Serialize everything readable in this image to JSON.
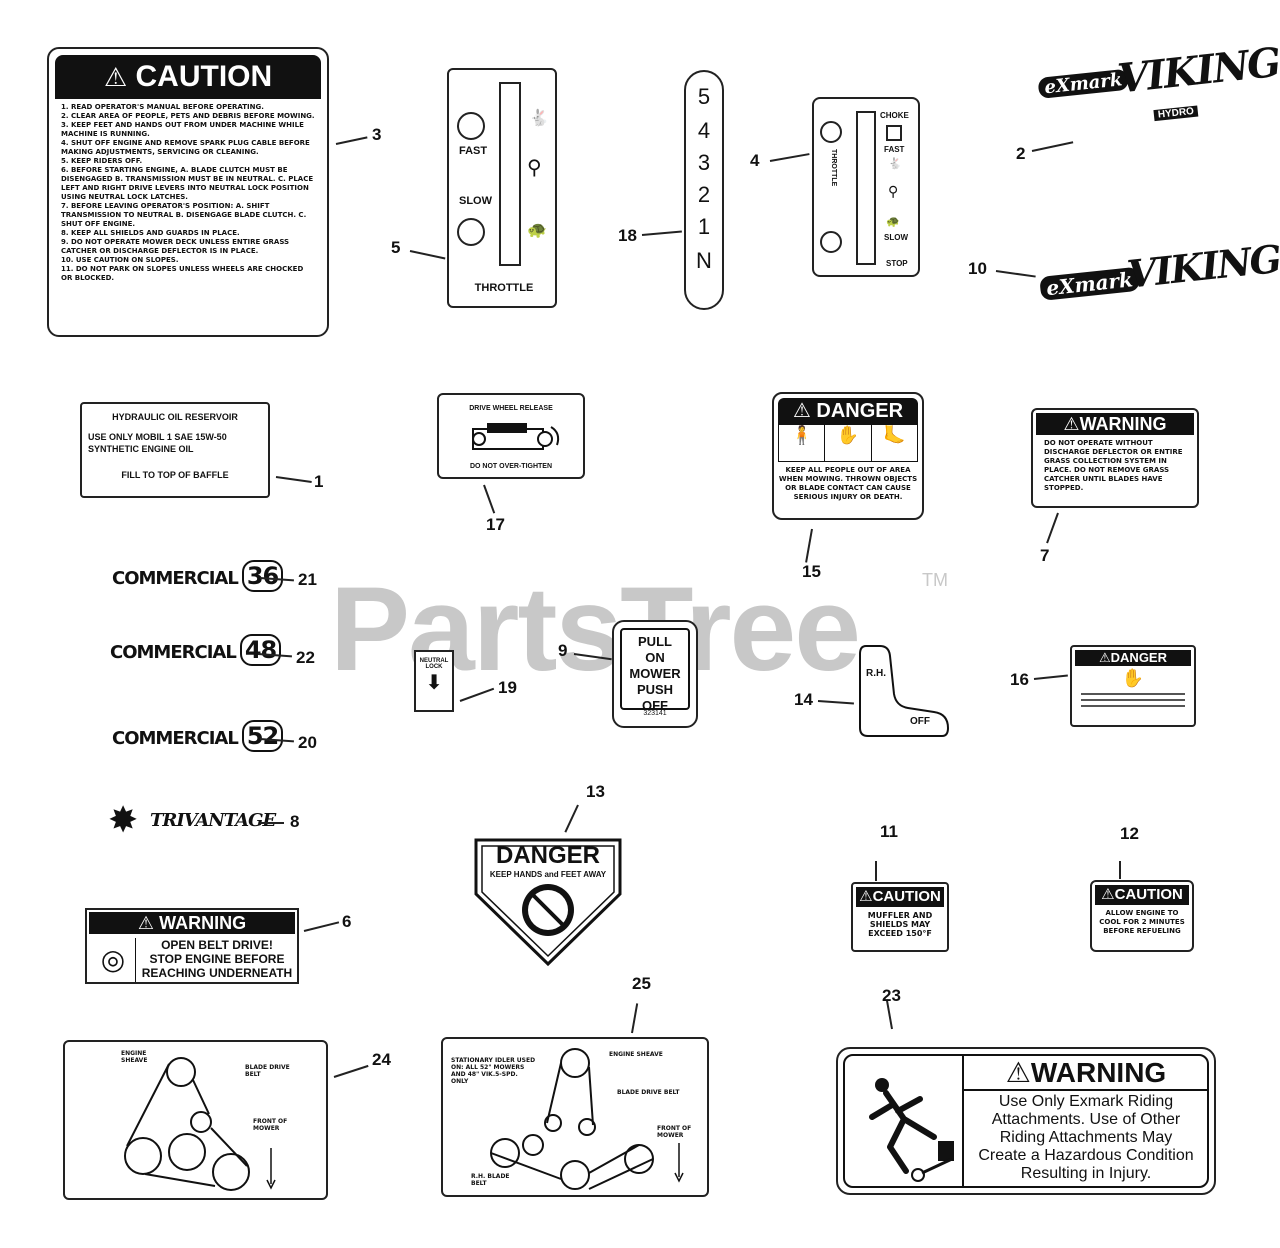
{
  "watermark": {
    "text": "PartsTree",
    "tm": "TM"
  },
  "caution3": {
    "header": "CAUTION",
    "lines": [
      "1. READ OPERATOR'S MANUAL BEFORE OPERATING.",
      "2. CLEAR AREA OF PEOPLE, PETS AND DEBRIS BEFORE MOWING.",
      "3. KEEP FEET AND HANDS OUT FROM UNDER MACHINE WHILE MACHINE IS RUNNING.",
      "4. SHUT OFF ENGINE AND REMOVE SPARK PLUG CABLE BEFORE MAKING ADJUSTMENTS, SERVICING OR CLEANING.",
      "5. KEEP RIDERS OFF.",
      "6. BEFORE STARTING ENGINE, A. BLADE CLUTCH MUST BE DISENGAGED B. TRANSMISSION MUST BE IN NEUTRAL. C. PLACE LEFT AND RIGHT DRIVE LEVERS INTO NEUTRAL LOCK POSITION USING NEUTRAL LOCK LATCHES.",
      "7. BEFORE LEAVING OPERATOR'S POSITION: A. SHIFT TRANSMISSION TO NEUTRAL B. DISENGAGE BLADE CLUTCH. C. SHUT OFF ENGINE.",
      "8. KEEP ALL SHIELDS AND GUARDS IN PLACE.",
      "9. DO NOT OPERATE MOWER DECK UNLESS ENTIRE GRASS CATCHER OR DISCHARGE DEFLECTOR IS IN PLACE.",
      "10. USE CAUTION ON SLOPES.",
      "11. DO NOT PARK ON SLOPES UNLESS WHEELS ARE CHOCKED OR BLOCKED."
    ]
  },
  "throttle5": {
    "fast": "FAST",
    "slow": "SLOW",
    "label": "THROTTLE"
  },
  "gears18": {
    "items": [
      "5",
      "4",
      "3",
      "2",
      "1",
      "N"
    ]
  },
  "throttle4": {
    "choke": "CHOKE",
    "fast": "FAST",
    "slow": "SLOW",
    "stop": "STOP",
    "side": "THROTTLE"
  },
  "logo2": {
    "brand": "eXmark",
    "name": "VIKING",
    "sub": "HYDRO"
  },
  "logo10": {
    "brand": "eXmark",
    "name": "VIKING"
  },
  "hydraulic1": {
    "l1": "HYDRAULIC OIL RESERVOIR",
    "l2": "USE ONLY MOBIL 1 SAE 15W-50",
    "l3": "SYNTHETIC ENGINE OIL",
    "l4": "FILL TO TOP OF BAFFLE"
  },
  "drive17": {
    "top": "DRIVE WHEEL RELEASE",
    "bottom": "DO NOT OVER-TIGHTEN"
  },
  "danger15": {
    "header": "DANGER",
    "text": "KEEP ALL PEOPLE OUT OF AREA WHEN MOWING. THROWN OBJECTS OR BLADE CONTACT CAN CAUSE SERIOUS INJURY OR DEATH."
  },
  "warning7": {
    "header": "WARNING",
    "text": "DO NOT OPERATE WITHOUT DISCHARGE DEFLECTOR OR ENTIRE GRASS COLLECTION SYSTEM IN PLACE. DO NOT REMOVE GRASS CATCHER UNTIL BLADES HAVE STOPPED."
  },
  "commercial": [
    {
      "word": "COMMERCIAL",
      "num": "36"
    },
    {
      "word": "COMMERCIAL",
      "num": "48"
    },
    {
      "word": "COMMERCIAL",
      "num": "52"
    }
  ],
  "neutral19": {
    "l1": "NEUTRAL",
    "l2": "LOCK"
  },
  "pull9": {
    "l1": "PULL",
    "l2": "ON",
    "l3": "MOWER",
    "l4": "PUSH",
    "l5": "OFF",
    "code": "323141"
  },
  "rh14": {
    "rh": "R.H.",
    "off": "OFF"
  },
  "danger16": {
    "header": "DANGER"
  },
  "trivantage8": {
    "name": "TRIVANTAGE"
  },
  "danger13": {
    "header": "DANGER",
    "sub": "KEEP HANDS and FEET AWAY"
  },
  "caution11": {
    "header": "CAUTION",
    "text": "MUFFLER AND SHIELDS MAY EXCEED 150°F"
  },
  "caution12": {
    "header": "CAUTION",
    "text": "ALLOW ENGINE TO COOL FOR 2 MINUTES BEFORE REFUELING"
  },
  "warning6": {
    "header": "WARNING",
    "l1": "OPEN BELT DRIVE!",
    "l2": "STOP ENGINE BEFORE",
    "l3": "REACHING UNDERNEATH"
  },
  "belt24": {
    "engine": "ENGINE SHEAVE",
    "blade": "BLADE DRIVE BELT",
    "front": "FRONT OF MOWER"
  },
  "belt25": {
    "idler": "STATIONARY IDLER USED ON: ALL 52\" MOWERS AND 48\" VIK.5-SPD. ONLY",
    "engine": "ENGINE SHEAVE",
    "blade": "BLADE DRIVE BELT",
    "front": "FRONT OF MOWER",
    "rh": "R.H. BLADE BELT"
  },
  "warning23": {
    "header": "WARNING",
    "lines": [
      "Use Only Exmark Riding",
      "Attachments.  Use of Other",
      "Riding Attachments May",
      "Create a Hazardous Condition",
      "Resulting in Injury."
    ]
  },
  "callouts": [
    "1",
    "2",
    "3",
    "4",
    "5",
    "6",
    "7",
    "8",
    "9",
    "10",
    "11",
    "12",
    "13",
    "14",
    "15",
    "16",
    "17",
    "18",
    "19",
    "20",
    "21",
    "22",
    "23",
    "24",
    "25"
  ]
}
